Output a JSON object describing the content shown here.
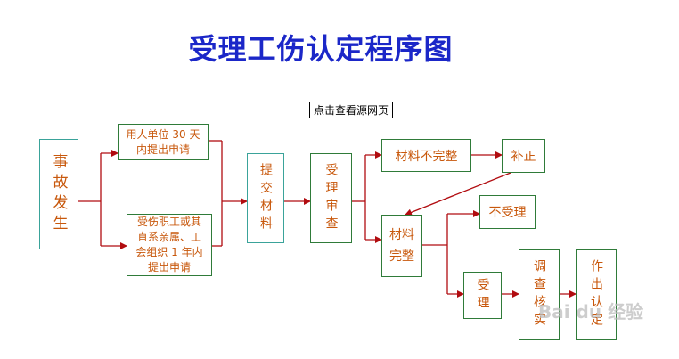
{
  "title": "受理工伤认定程序图",
  "source_button": "点击查看源网页",
  "boxes": {
    "accident": "事故发生",
    "employer_apply": "用人单位 30 天内提出申请",
    "worker_apply": "受伤职工或其直系亲属、工会组织 1 年内提出申请",
    "submit": "提交材料",
    "review": "受理审查",
    "incomplete": "材料不完整",
    "supplement": "补正",
    "complete": "材料完整",
    "reject": "不受理",
    "accept": "受理",
    "investigate": "调查核实",
    "decide": "作出认定"
  },
  "watermark": "Bai du 经验"
}
